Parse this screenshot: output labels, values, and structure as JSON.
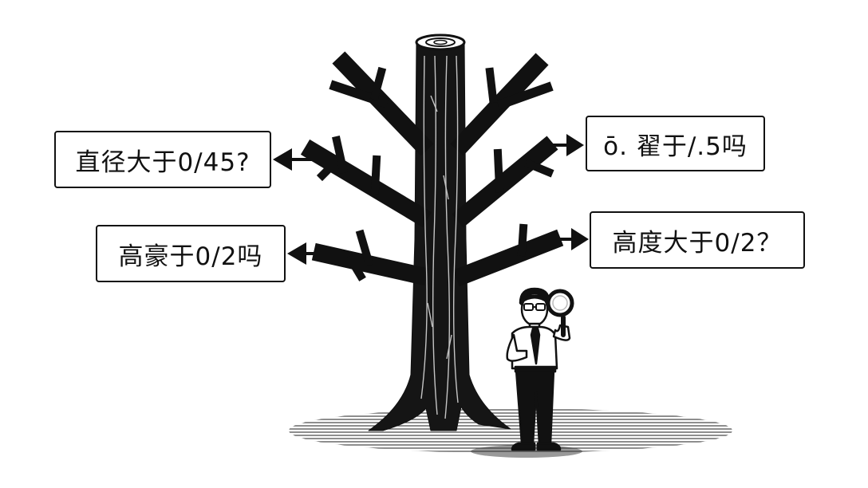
{
  "labels": {
    "top_left": "直径大于0/45?",
    "top_right": "ō. 翟于/.5吗",
    "bottom_left": "高豪于0/2吗",
    "bottom_right": "高度大于0/2？"
  },
  "colors": {
    "ink": "#111111",
    "background": "#ffffff",
    "shadow": "#444444"
  }
}
